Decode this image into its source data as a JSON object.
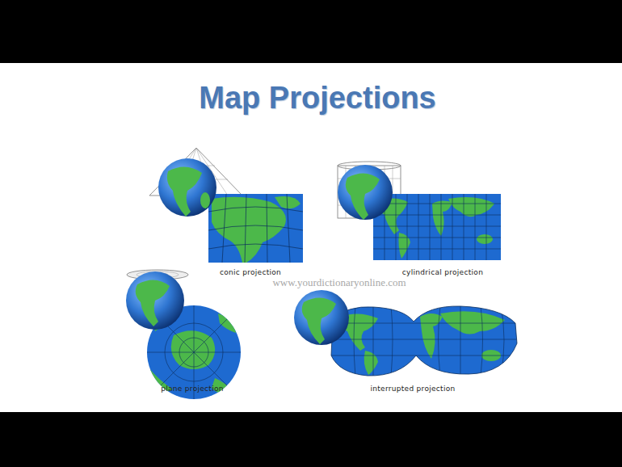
{
  "diagram": {
    "title": "Map Projections",
    "labels": [
      "conic projection",
      "www.yourdictionaryonline.com",
      "cylindrical projection",
      "plane projection",
      "interrupted projection"
    ]
  }
}
